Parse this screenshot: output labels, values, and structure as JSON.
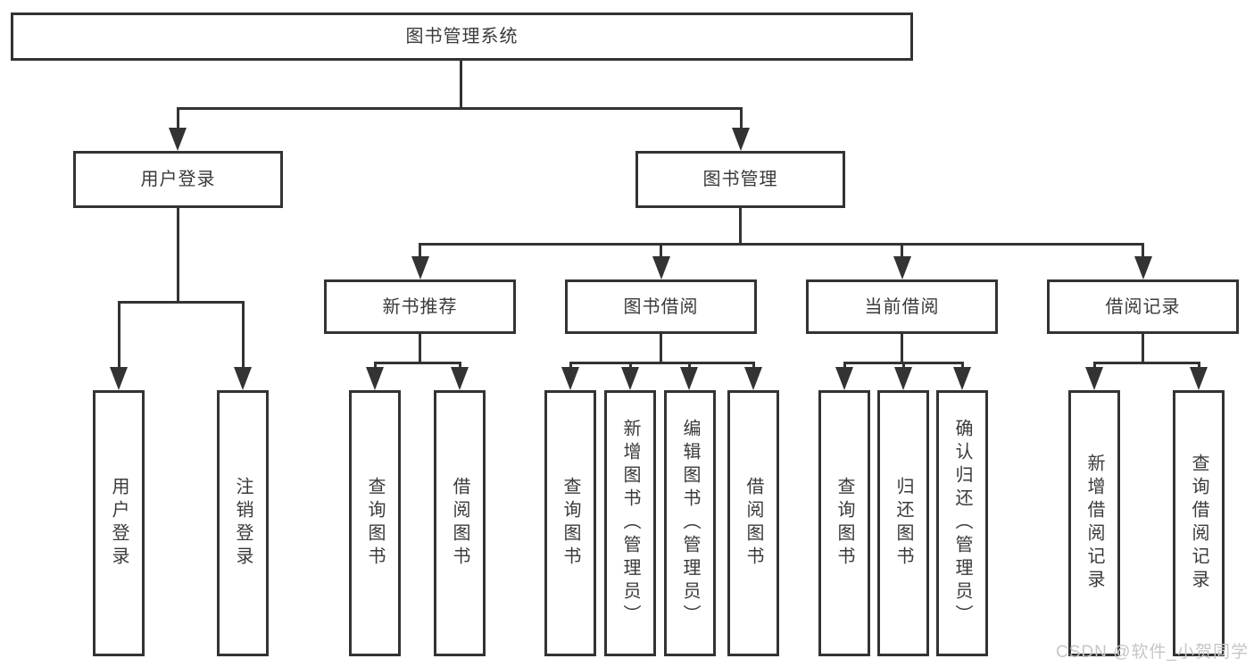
{
  "colors": {
    "line": "#333333",
    "text": "#3a3a3a",
    "watermark": "#c6c6c6",
    "background": "#ffffff"
  },
  "watermark": {
    "text": "CSDN @软件_小贺同学"
  },
  "tree": {
    "root": {
      "label": "图书管理系统"
    },
    "branches": [
      {
        "label": "用户登录",
        "children": [
          {
            "label": "用户登录"
          },
          {
            "label": "注销登录"
          }
        ]
      },
      {
        "label": "图书管理",
        "children": [
          {
            "label": "新书推荐",
            "children": [
              {
                "label": "查询图书"
              },
              {
                "label": "借阅图书"
              }
            ]
          },
          {
            "label": "图书借阅",
            "children": [
              {
                "label": "查询图书"
              },
              {
                "label": "新增图书（管理员）"
              },
              {
                "label": "编辑图书（管理员）"
              },
              {
                "label": "借阅图书"
              }
            ]
          },
          {
            "label": "当前借阅",
            "children": [
              {
                "label": "查询图书"
              },
              {
                "label": "归还图书"
              },
              {
                "label": "确认归还（管理员）"
              }
            ]
          },
          {
            "label": "借阅记录",
            "children": [
              {
                "label": "新增借阅记录"
              },
              {
                "label": "查询借阅记录"
              }
            ]
          }
        ]
      }
    ]
  }
}
